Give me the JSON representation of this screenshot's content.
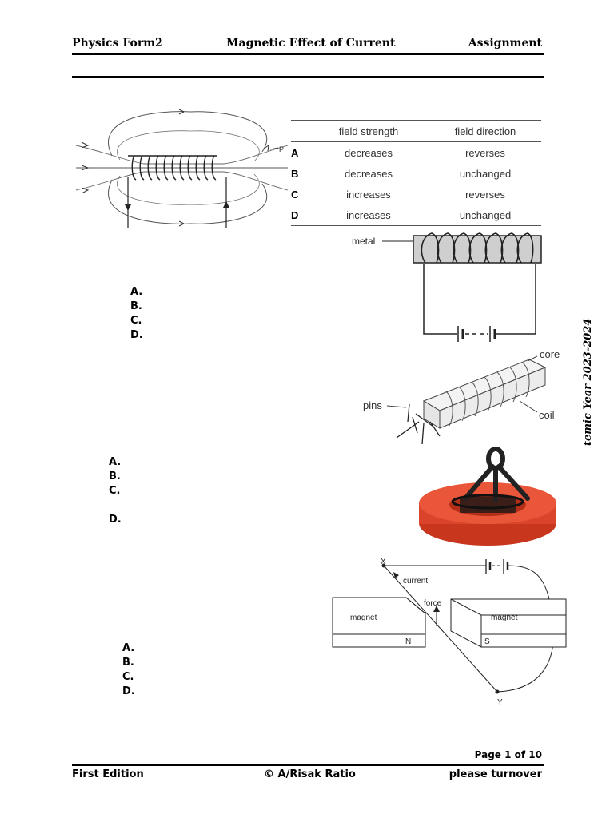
{
  "header": {
    "left": "Physics Form2",
    "center": "Magnetic Effect of Current",
    "right": "Assignment"
  },
  "question1": {
    "point_label": "P",
    "table": {
      "headers": [
        "field strength",
        "field direction"
      ],
      "rows": [
        {
          "letter": "A",
          "strength": "decreases",
          "direction": "reverses"
        },
        {
          "letter": "B",
          "strength": "decreases",
          "direction": "unchanged"
        },
        {
          "letter": "C",
          "strength": "increases",
          "direction": "reverses"
        },
        {
          "letter": "D",
          "strength": "increases",
          "direction": "unchanged"
        }
      ]
    }
  },
  "question2": {
    "options": [
      "A.",
      "B.",
      "C.",
      "D."
    ],
    "diagram": {
      "label": "metal"
    }
  },
  "question3": {
    "options": [
      "A.",
      "B.",
      "C.",
      "D."
    ],
    "diagram": {
      "core": "core",
      "coil": "coil",
      "pins": "pins"
    }
  },
  "question4": {
    "options": [
      "A.",
      "B.",
      "C.",
      "D."
    ],
    "diagram": {
      "x": "X",
      "y": "Y",
      "current": "current",
      "force": "force",
      "magnet_left": "magnet",
      "magnet_right": "magnet",
      "pole_n": "N",
      "pole_s": "S"
    }
  },
  "side_text": "temic Year 2023-2024",
  "footer": {
    "page": "Page 1 of 10",
    "left": "First Edition",
    "center": "© A/Risak Ratio",
    "right": "please turnover"
  }
}
